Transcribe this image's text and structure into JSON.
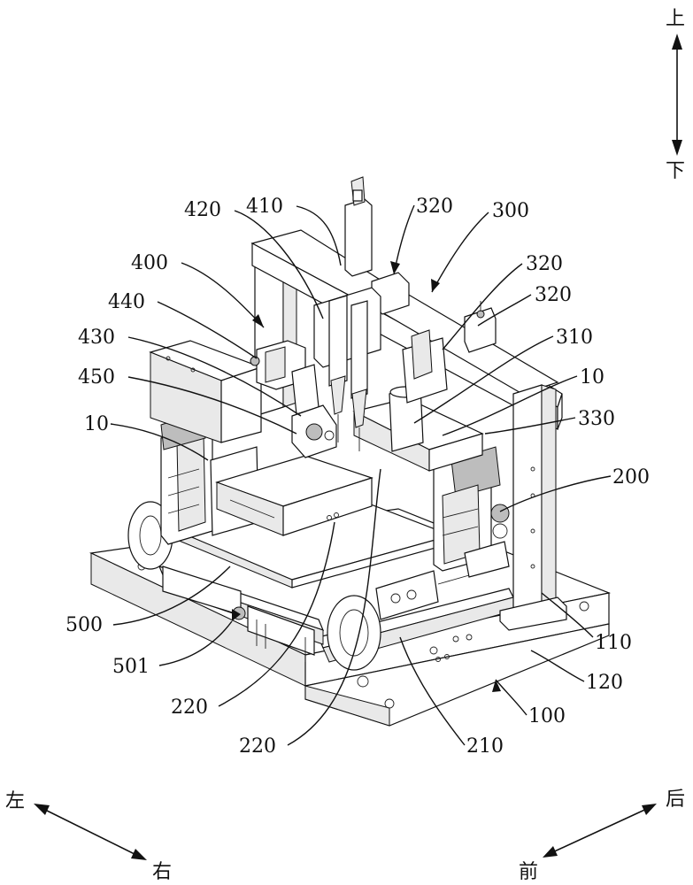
{
  "directions": {
    "up": "上",
    "down": "下",
    "left": "左",
    "right": "右",
    "front": "前",
    "back": "后"
  },
  "labels": {
    "l410": "410",
    "l320a": "320",
    "l420": "420",
    "l300": "300",
    "l400": "400",
    "l320b": "320",
    "l440": "440",
    "l320c": "320",
    "l430": "430",
    "l310": "310",
    "l450": "450",
    "l10a": "10",
    "l10b": "10",
    "l330": "330",
    "l200": "200",
    "l500": "500",
    "l110": "110",
    "l501": "501",
    "l120": "120",
    "l220a": "220",
    "l100": "100",
    "l220b": "220",
    "l210": "210"
  }
}
